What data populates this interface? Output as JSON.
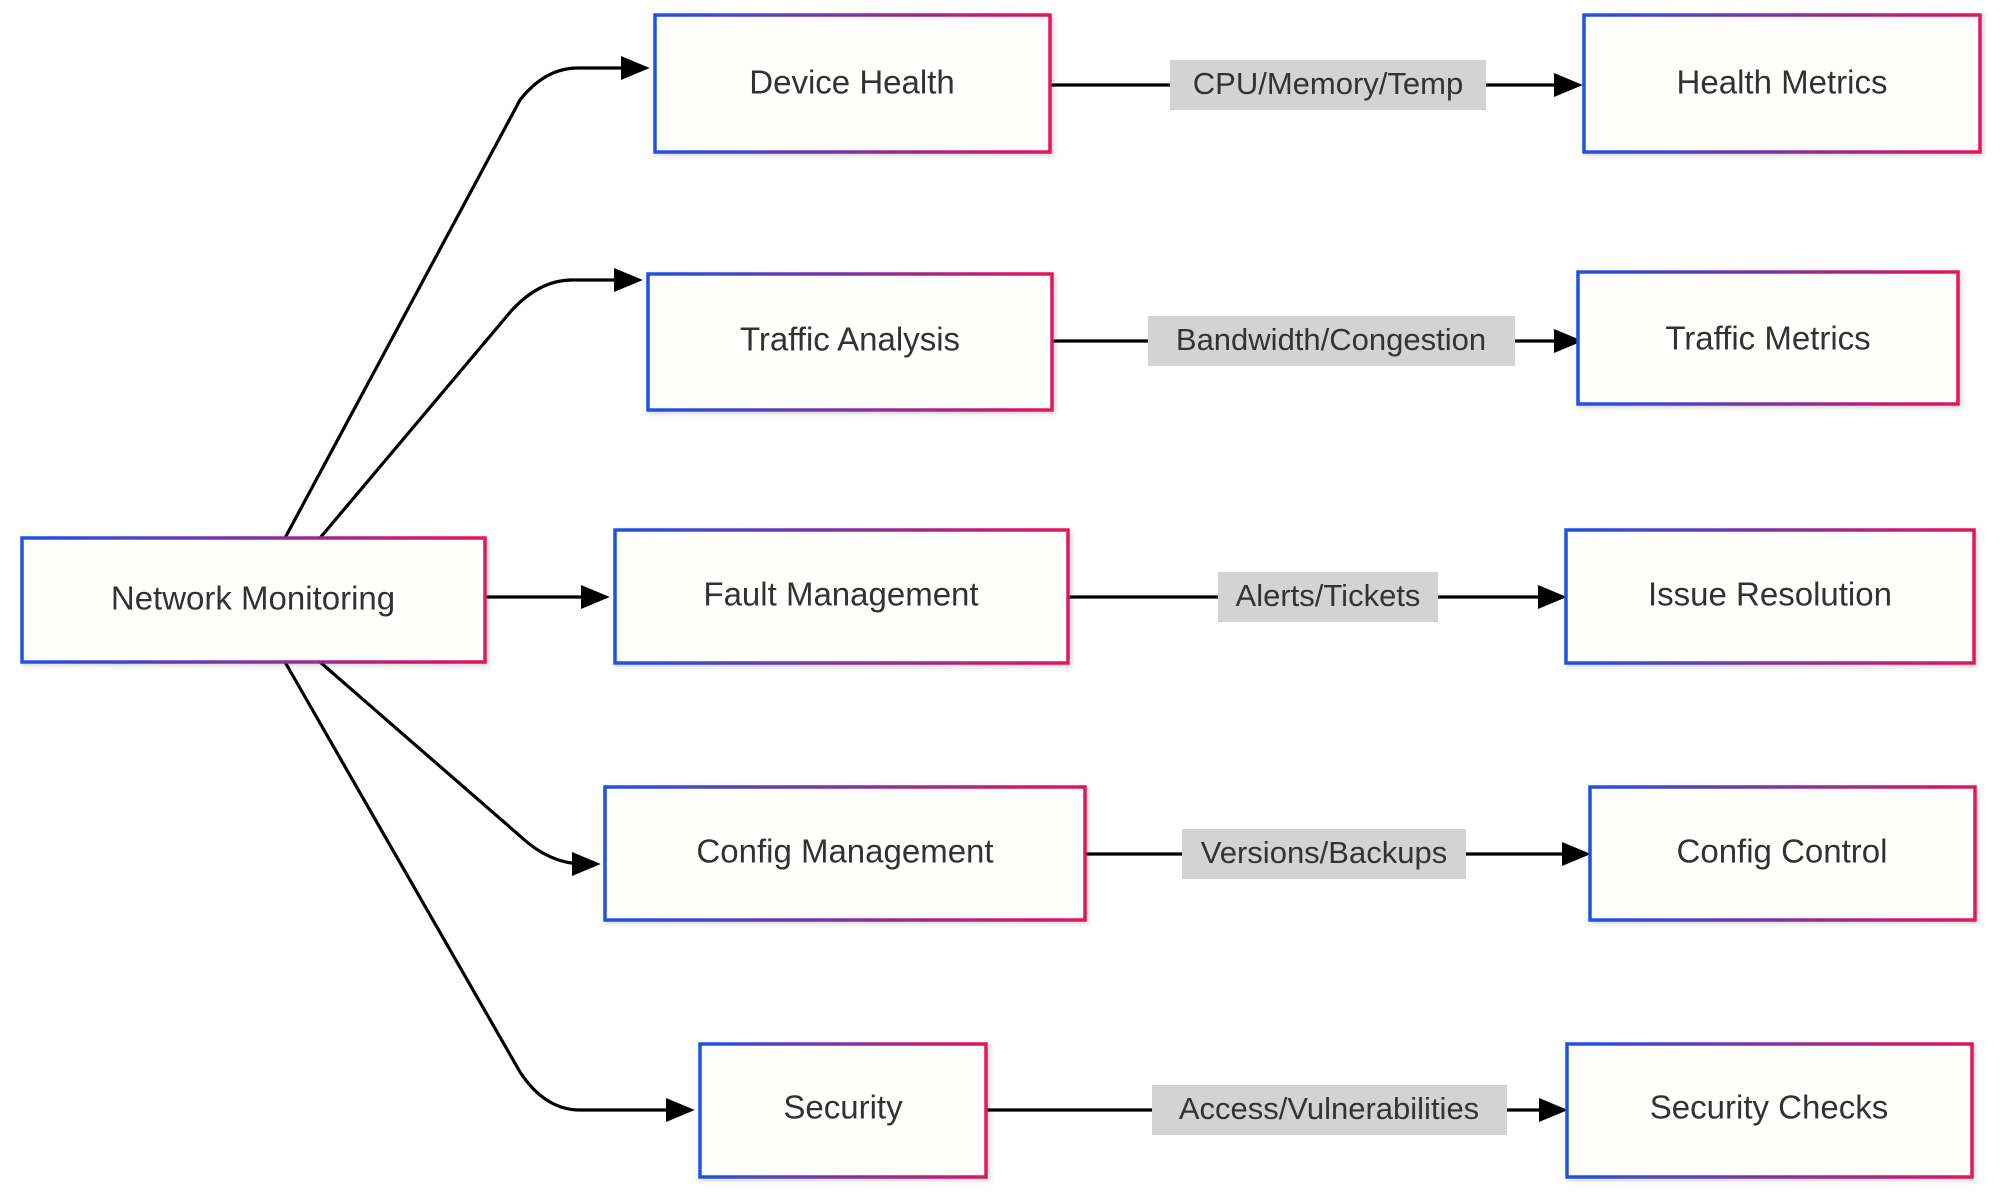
{
  "diagram": {
    "type": "flowchart",
    "direction": "left-to-right",
    "background_color": "#ffffff",
    "node_text_color": "#333333",
    "edge_color": "#000000",
    "edge_label_bg_color": "#d3d3d3",
    "node_border_gradient": {
      "from": "#1f52e0",
      "to": "#e3125e"
    },
    "root": {
      "label": "Network Monitoring"
    },
    "branches": [
      {
        "mid_label": "Device Health",
        "edge_label": "CPU/Memory/Temp",
        "end_label": "Health Metrics"
      },
      {
        "mid_label": "Traffic Analysis",
        "edge_label": "Bandwidth/Congestion",
        "end_label": "Traffic Metrics"
      },
      {
        "mid_label": "Fault Management",
        "edge_label": "Alerts/Tickets",
        "end_label": "Issue Resolution"
      },
      {
        "mid_label": "Config Management",
        "edge_label": "Versions/Backups",
        "end_label": "Config Control"
      },
      {
        "mid_label": "Security",
        "edge_label": "Access/Vulnerabilities",
        "end_label": "Security Checks"
      }
    ]
  }
}
